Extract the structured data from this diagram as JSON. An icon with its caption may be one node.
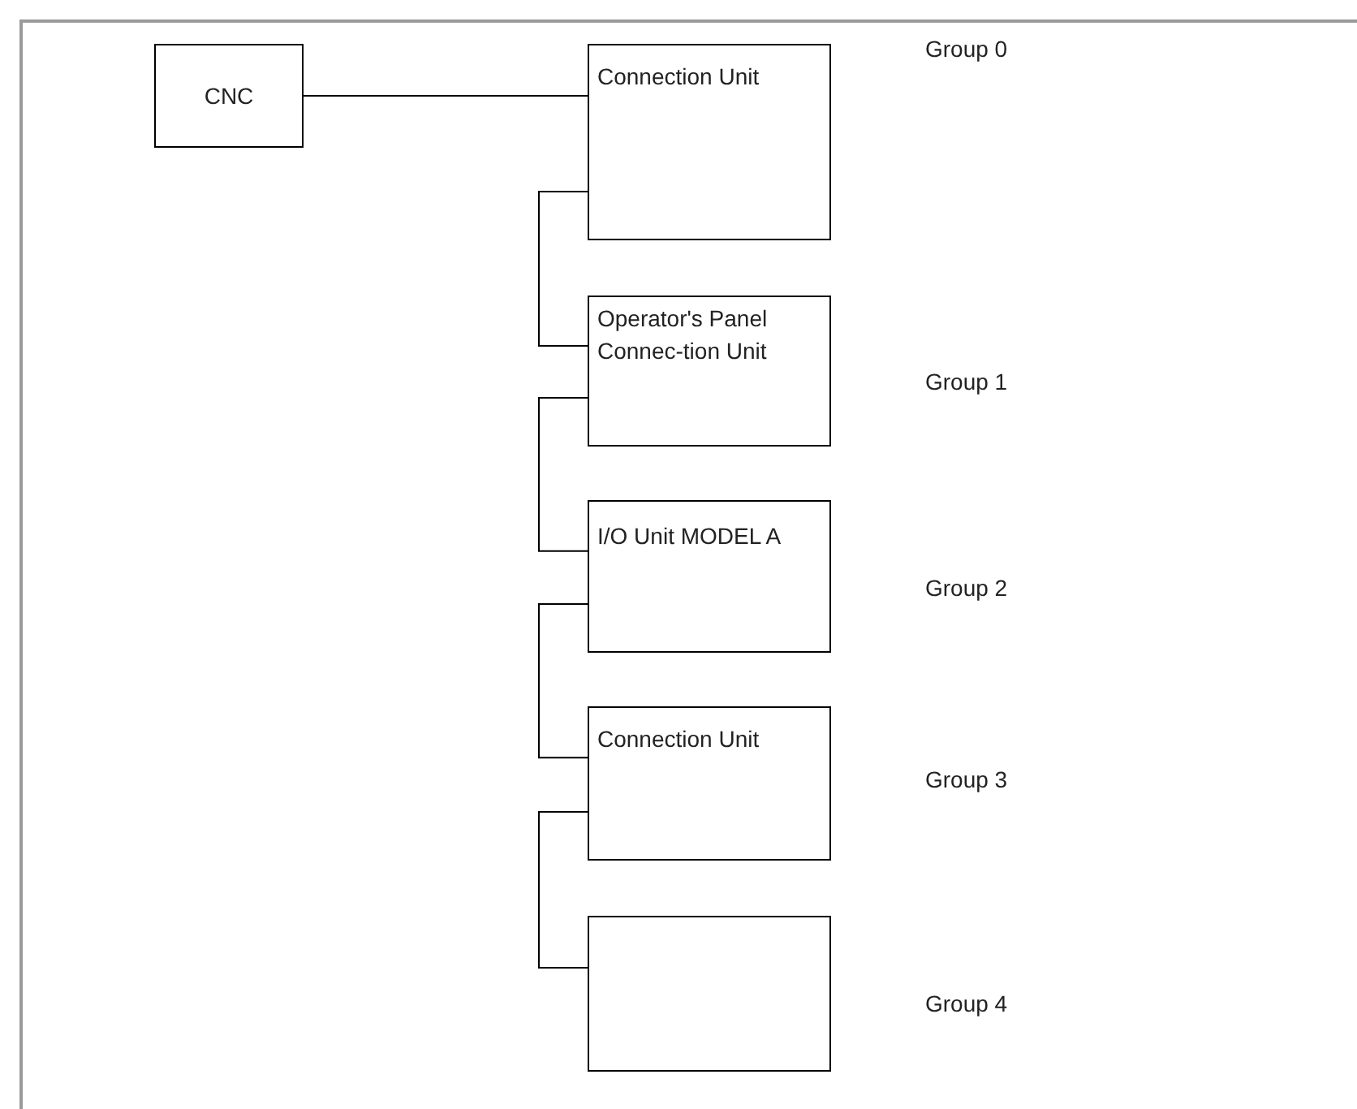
{
  "diagram": {
    "nodes": [
      {
        "text": [
          "CNC"
        ]
      },
      {
        "text": [
          "Connection Unit"
        ]
      },
      {
        "text": [
          "Operator's Panel Connec-tion Unit"
        ]
      },
      {
        "text": [
          "I/O Unit MODEL A"
        ]
      },
      {
        "text": [
          "Connection Unit"
        ]
      },
      {
        "text": [],
        "shape": "box"
      }
    ],
    "edges": [
      {
        "from": 0,
        "to": 1,
        "arrow": "none"
      },
      {
        "from": 1,
        "to": 2,
        "arrow": "none"
      },
      {
        "from": 2,
        "to": 3,
        "arrow": "none"
      },
      {
        "from": 3,
        "to": 4,
        "arrow": "none"
      },
      {
        "from": 4,
        "to": 5,
        "arrow": "none"
      }
    ],
    "labels": [
      "Group 0",
      "Group 1",
      "Group 2",
      "Group 3",
      "Group 4"
    ]
  }
}
